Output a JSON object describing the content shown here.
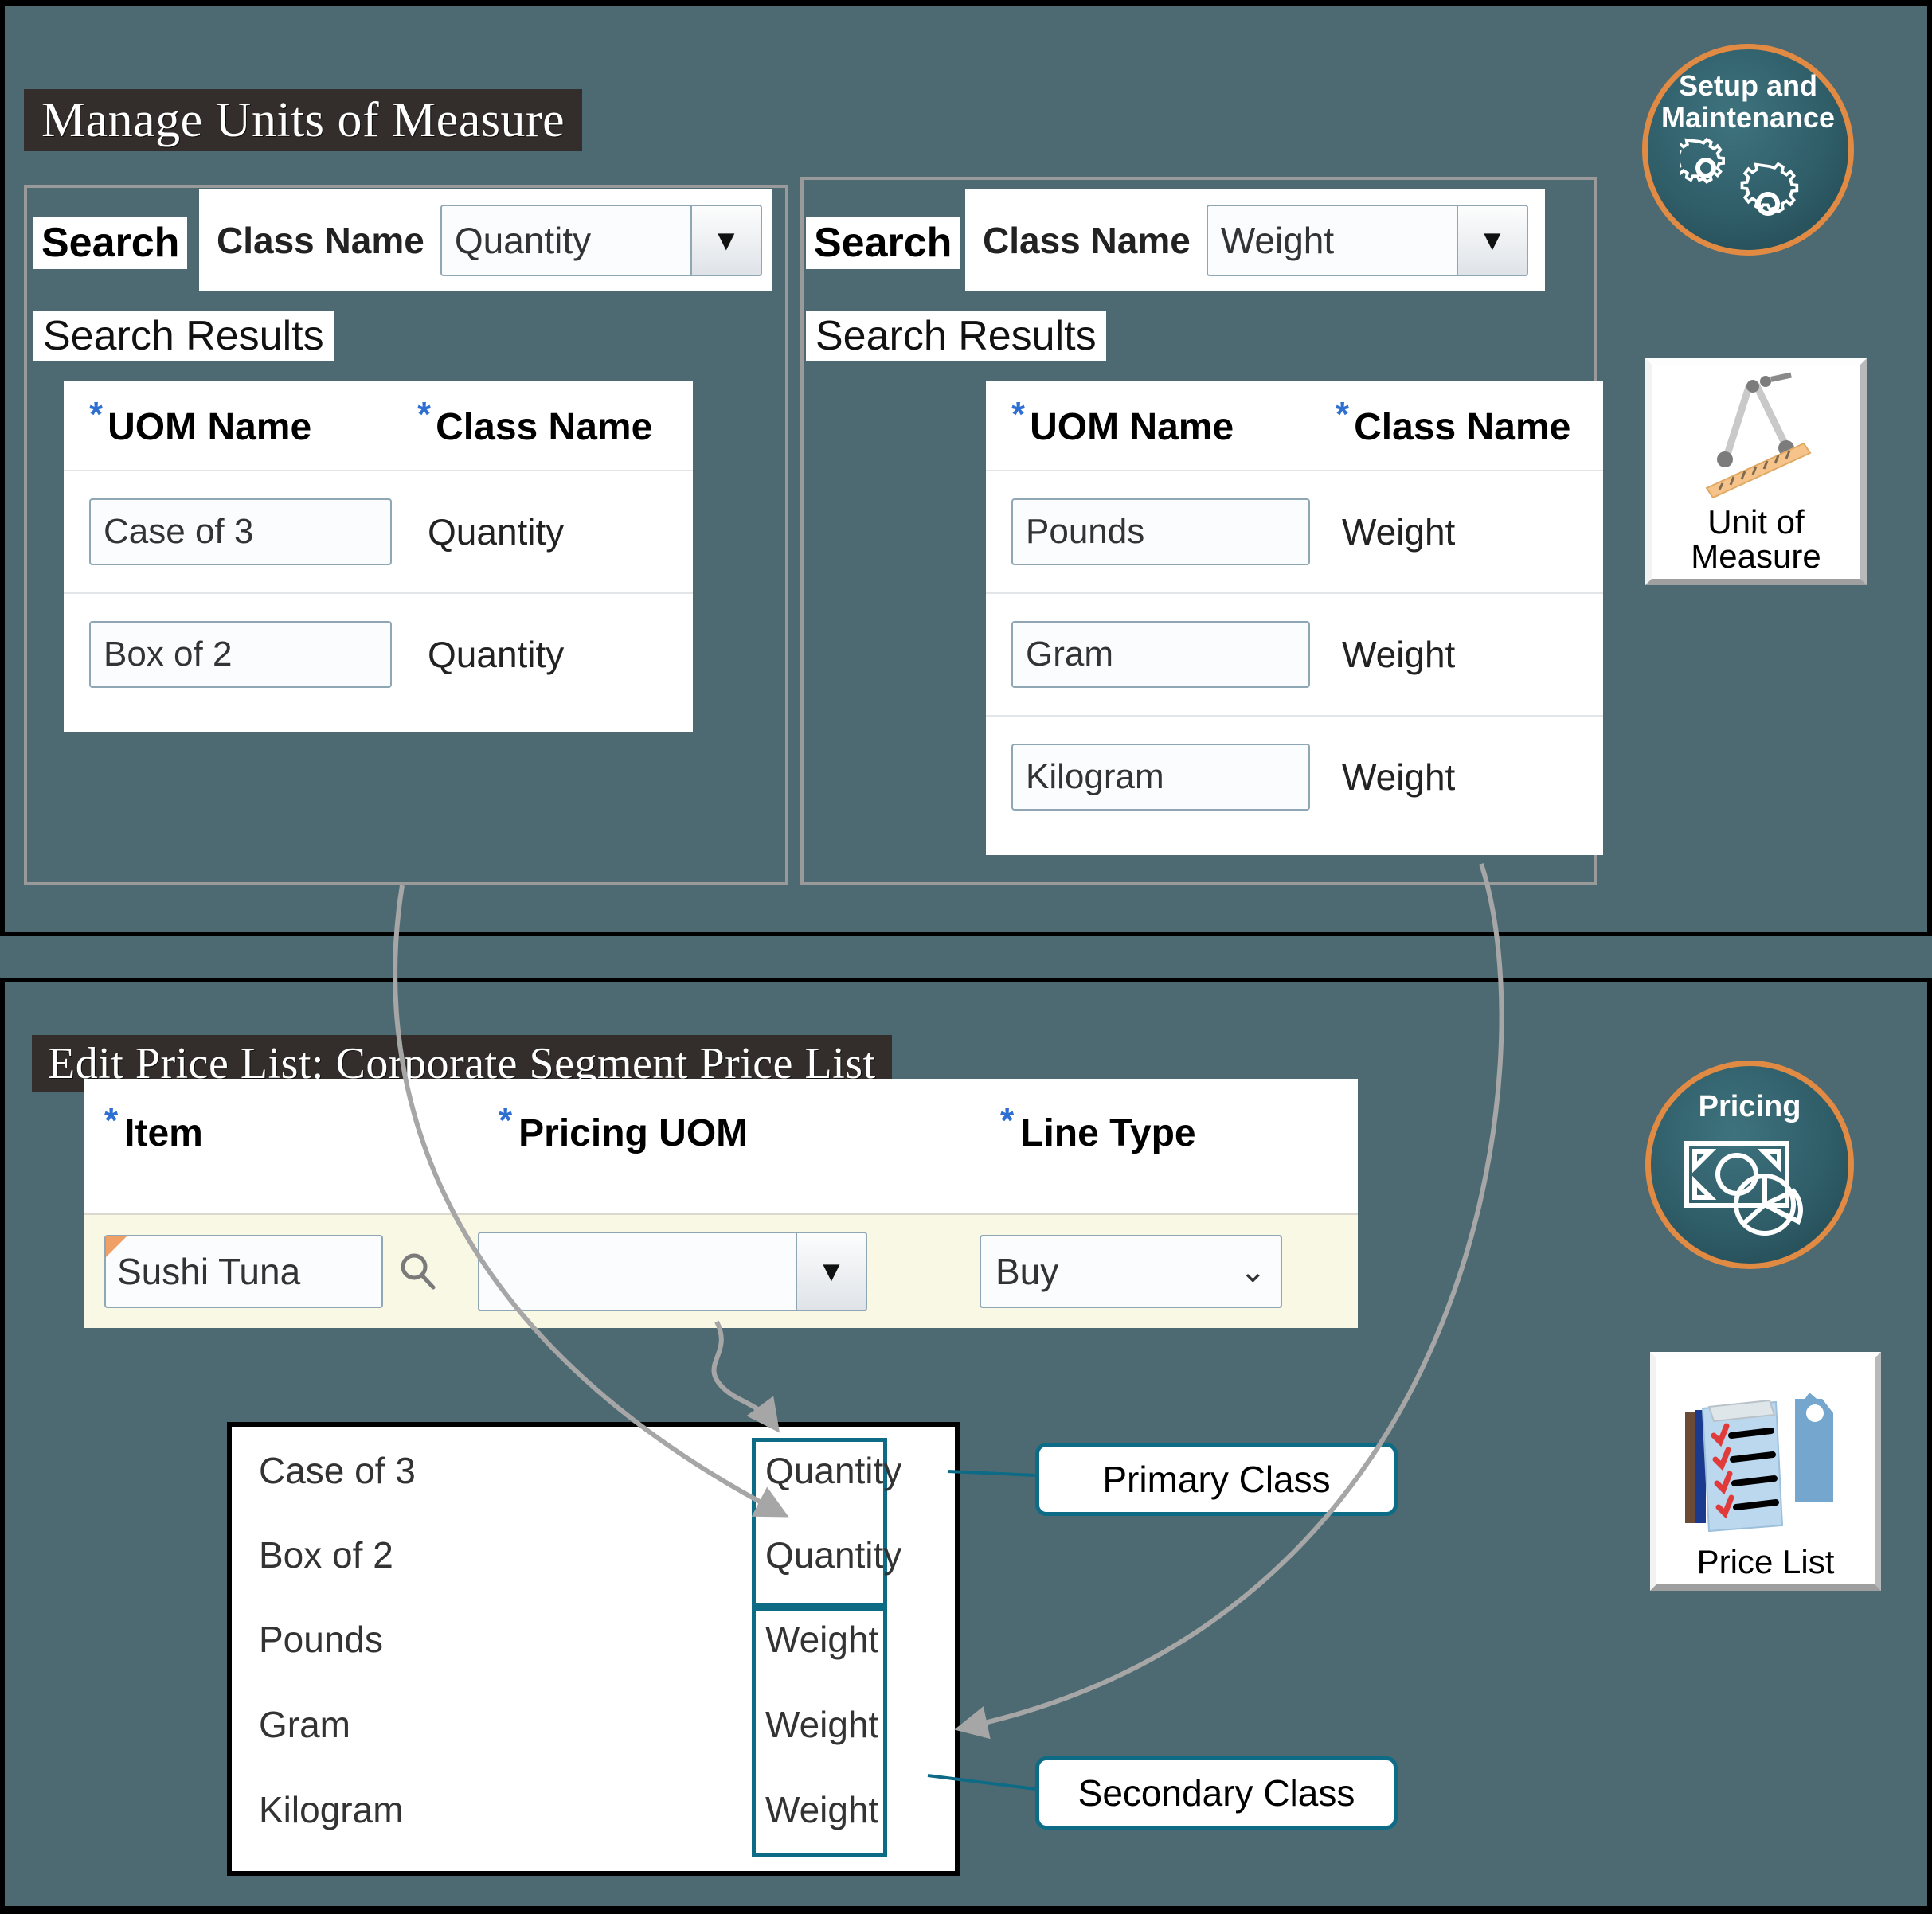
{
  "top_panel": {
    "title": "Manage Units of Measure",
    "search_left": {
      "search_label": "Search",
      "field_label": "Class Name",
      "field_value": "Quantity",
      "dropdown_icon": "triangle-down-icon",
      "results_label": "Search Results",
      "columns": [
        "UOM Name",
        "Class Name"
      ],
      "rows": [
        {
          "uom_name": "Case of 3",
          "class_name": "Quantity"
        },
        {
          "uom_name": "Box of 2",
          "class_name": "Quantity"
        }
      ]
    },
    "search_right": {
      "search_label": "Search",
      "field_label": "Class Name",
      "field_value": "Weight",
      "dropdown_icon": "triangle-down-icon",
      "results_label": "Search Results",
      "columns": [
        "UOM Name",
        "Class Name"
      ],
      "rows": [
        {
          "uom_name": "Pounds",
          "class_name": "Weight"
        },
        {
          "uom_name": "Gram",
          "class_name": "Weight"
        },
        {
          "uom_name": "Kilogram",
          "class_name": "Weight"
        }
      ]
    },
    "badge": {
      "label": "Setup and\nMaintenance",
      "label_line1": "Setup and",
      "label_line2": "Maintenance",
      "icon": "gears-icon"
    },
    "tile": {
      "label_line1": "Unit of",
      "label_line2": "Measure",
      "icon": "caliper-ruler-icon"
    }
  },
  "bottom_panel": {
    "title": "Edit Price List: Corporate Segment Price List",
    "form": {
      "columns": [
        "Item",
        "Pricing UOM",
        "Line Type"
      ],
      "item_value": "Sushi Tuna",
      "item_search_icon": "magnifier-icon",
      "pricing_uom_value": "",
      "pricing_uom_icon": "triangle-down-icon",
      "line_type_value": "Buy",
      "line_type_icon": "chevron-down-icon"
    },
    "dropdown_list": {
      "items": [
        {
          "name": "Case of 3",
          "class": "Quantity"
        },
        {
          "name": "Box of 2",
          "class": "Quantity"
        },
        {
          "name": "Pounds",
          "class": "Weight"
        },
        {
          "name": "Gram",
          "class": "Weight"
        },
        {
          "name": "Kilogram",
          "class": "Weight"
        }
      ]
    },
    "callouts": {
      "primary": "Primary Class",
      "secondary": "Secondary Class"
    },
    "badge": {
      "label": "Pricing",
      "icon": "money-pie-icon"
    },
    "tile": {
      "label": "Price List",
      "icon": "clipboard-tag-icon"
    }
  },
  "colors": {
    "background": "#4d6a72",
    "ribbon": "#332e2b",
    "accent_orange": "#e08a43",
    "accent_teal": "#0e6b86",
    "badge_fill": "#2f5d68",
    "field_border": "#8fa6b5",
    "form_row": "#f9f8e4",
    "required_star": "#2e6fd1"
  }
}
